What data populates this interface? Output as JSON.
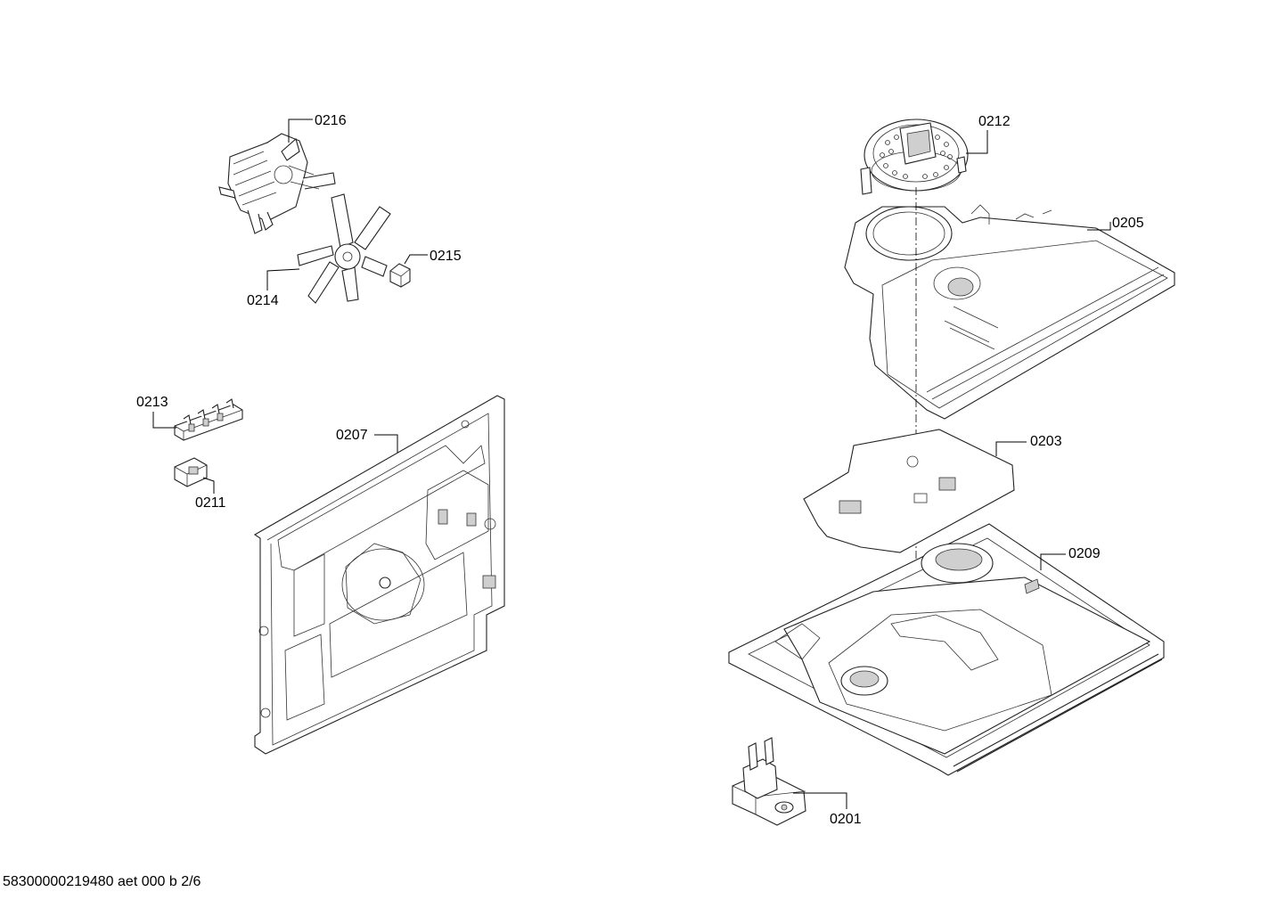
{
  "diagram": {
    "callouts": [
      {
        "id": "0216",
        "label": "0216"
      },
      {
        "id": "0214",
        "label": "0214"
      },
      {
        "id": "0215",
        "label": "0215"
      },
      {
        "id": "0213",
        "label": "0213"
      },
      {
        "id": "0211",
        "label": "0211"
      },
      {
        "id": "0207",
        "label": "0207"
      },
      {
        "id": "0212",
        "label": "0212"
      },
      {
        "id": "0205",
        "label": "0205"
      },
      {
        "id": "0203",
        "label": "0203"
      },
      {
        "id": "0209",
        "label": "0209"
      },
      {
        "id": "0201",
        "label": "0201"
      }
    ]
  },
  "footer": {
    "document_code": "58300000219480 aet 000 b 2/6"
  }
}
